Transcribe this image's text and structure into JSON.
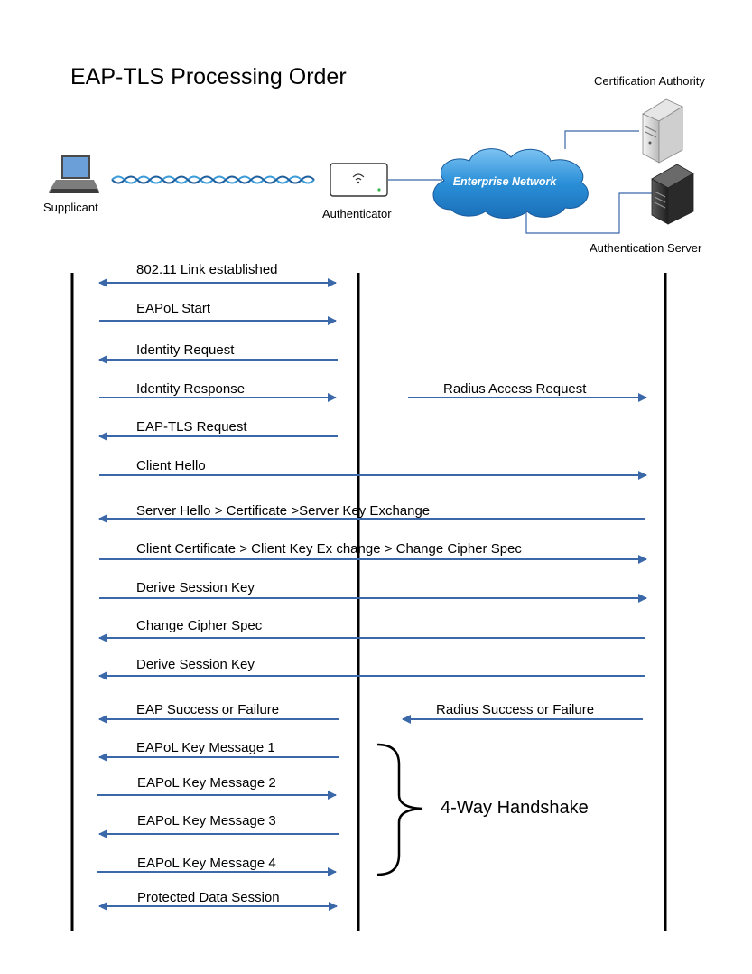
{
  "title": "EAP-TLS Processing Order",
  "colors": {
    "arrow": "#3a68a8",
    "lifeline": "#000000",
    "cloud": "#2f8fd6",
    "cloud_text": "#ffffff"
  },
  "nodes": {
    "supplicant": "Supplicant",
    "authenticator": "Authenticator",
    "network": "Enterprise Network",
    "ca": "Certification Authority",
    "auth_server": "Authentication Server"
  },
  "icons": {
    "supplicant": "laptop-icon",
    "authenticator": "access-point-icon",
    "network": "cloud-icon",
    "ca": "server-tower-icon",
    "auth_server": "server-tower-icon",
    "wireless": "wireless-signal-icon"
  },
  "messages": [
    {
      "label": "802.11 Link established",
      "from": "supplicant",
      "to": "authenticator",
      "dir": "both"
    },
    {
      "label": "EAPoL Start",
      "from": "supplicant",
      "to": "authenticator",
      "dir": "right"
    },
    {
      "label": "Identity Request",
      "from": "authenticator",
      "to": "supplicant",
      "dir": "left"
    },
    {
      "label": "Identity Response",
      "from": "supplicant",
      "to": "authenticator",
      "dir": "right"
    },
    {
      "label": "Radius Access Request",
      "from": "authenticator",
      "to": "auth_server",
      "dir": "right"
    },
    {
      "label": "EAP-TLS Request",
      "from": "authenticator",
      "to": "supplicant",
      "dir": "left"
    },
    {
      "label": "Client Hello",
      "from": "supplicant",
      "to": "auth_server",
      "dir": "right"
    },
    {
      "label": "Server Hello > Certificate >Server  Key Exchange",
      "from": "auth_server",
      "to": "supplicant",
      "dir": "left"
    },
    {
      "label": "Client Certificate > Client  Key  Ex change  > Change Cipher Spec",
      "from": "supplicant",
      "to": "auth_server",
      "dir": "right"
    },
    {
      "label": "Derive Session Key",
      "from": "supplicant",
      "to": "auth_server",
      "dir": "right"
    },
    {
      "label": "Change Cipher Spec",
      "from": "auth_server",
      "to": "supplicant",
      "dir": "left"
    },
    {
      "label": "Derive Session Key",
      "from": "auth_server",
      "to": "supplicant",
      "dir": "left"
    },
    {
      "label": "EAP Success or Failure",
      "from": "authenticator",
      "to": "supplicant",
      "dir": "left"
    },
    {
      "label": "Radius Success or Failure",
      "from": "auth_server",
      "to": "authenticator",
      "dir": "left"
    },
    {
      "label": "EAPoL Key Message 1",
      "from": "authenticator",
      "to": "supplicant",
      "dir": "left"
    },
    {
      "label": "EAPoL Key Message 2",
      "from": "supplicant",
      "to": "authenticator",
      "dir": "right"
    },
    {
      "label": "EAPoL Key Message 3",
      "from": "authenticator",
      "to": "supplicant",
      "dir": "left"
    },
    {
      "label": "EAPoL Key Message 4",
      "from": "supplicant",
      "to": "authenticator",
      "dir": "right"
    },
    {
      "label": "Protected Data Session",
      "from": "supplicant",
      "to": "authenticator",
      "dir": "both"
    }
  ],
  "handshake_label": "4-Way Handshake"
}
